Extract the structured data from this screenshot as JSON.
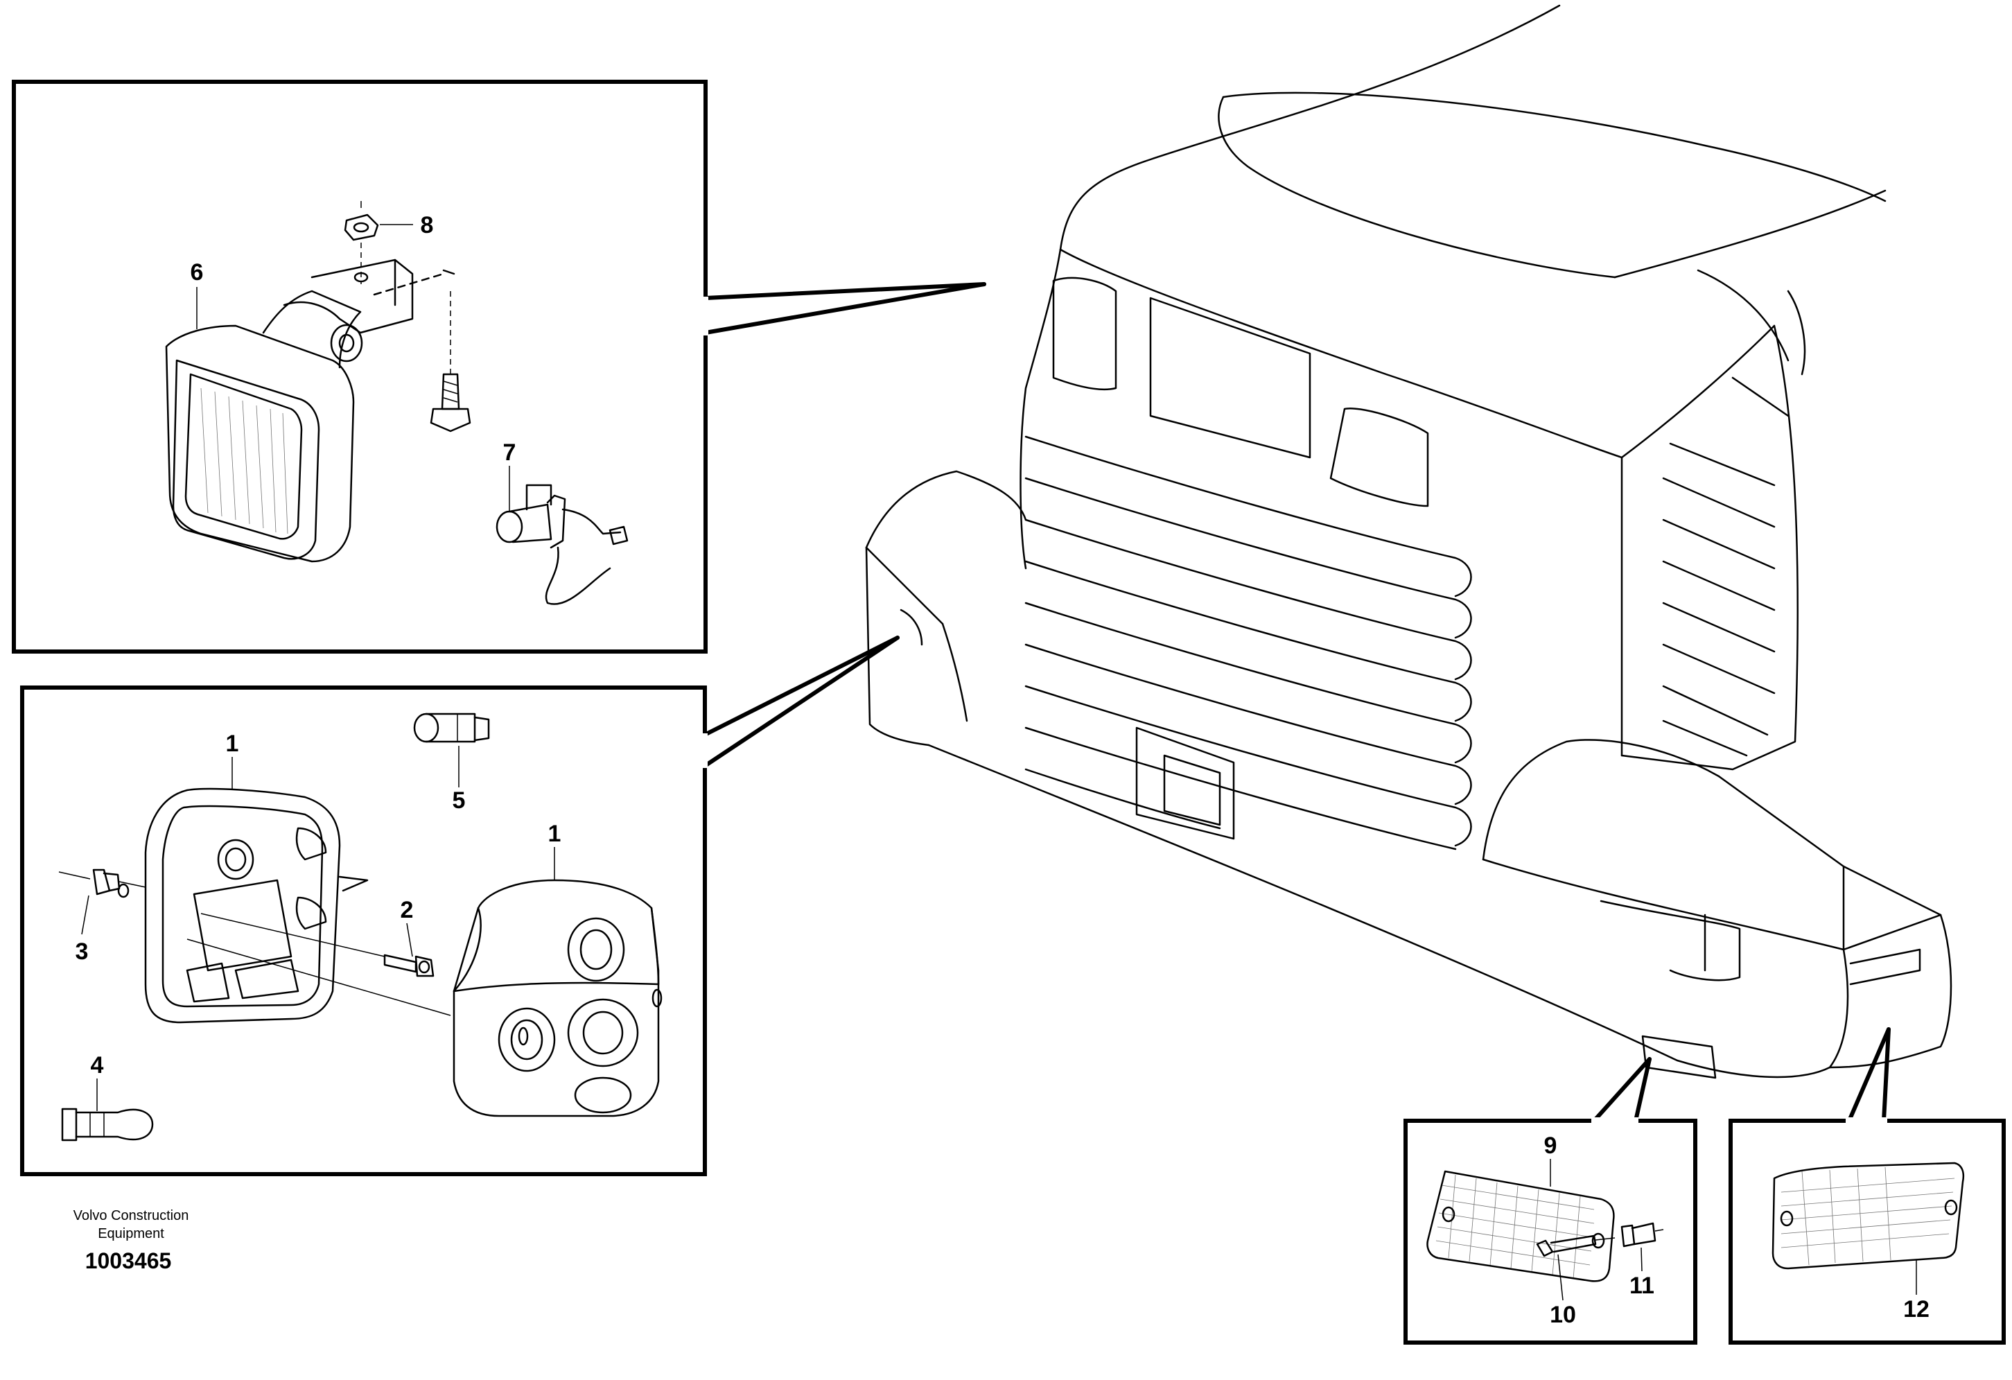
{
  "callouts": {
    "c1a": "1",
    "c1b": "1",
    "c2": "2",
    "c3": "3",
    "c4": "4",
    "c5": "5",
    "c6": "6",
    "c7": "7",
    "c8": "8",
    "c9": "9",
    "c10": "10",
    "c11": "11",
    "c12": "12"
  },
  "footer": {
    "company_line1": "Volvo Construction",
    "company_line2": "Equipment",
    "drawing_number": "1003465"
  }
}
